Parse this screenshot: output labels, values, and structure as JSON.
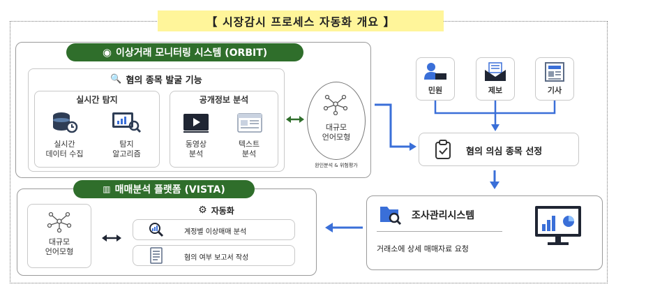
{
  "title": "【 시장감시 프로세스 자동화 개요 】",
  "orbit": {
    "pill": "이상거래 모니터링 시스템 (ORBIT)",
    "subtitle": "혐의 종목 발굴 기능",
    "realtime": {
      "title": "실시간 탐지",
      "item1": "실시간\n데이터 수집",
      "item2": "탐지\n알고리즘"
    },
    "public": {
      "title": "공개정보 분석",
      "item1": "동영상\n분석",
      "item2": "텍스트\n분석"
    },
    "llm": "대규모\n언어모형",
    "llm_caption": "완인분석 & 위험평가"
  },
  "sources": {
    "a": "민원",
    "b": "제보",
    "c": "기사"
  },
  "selection": "혐의 의심 종목 선정",
  "investigation": {
    "title": "조사관리시스템",
    "desc": "거래소에 상세 매매자료 요청"
  },
  "vista": {
    "pill": "매매분석 플랫폼 (VISTA)",
    "auto": "자동화",
    "row1": "계정별 이상매매 분석",
    "row2": "혐의 여부 보고서 작성",
    "llm": "대규모\n언어모형"
  }
}
